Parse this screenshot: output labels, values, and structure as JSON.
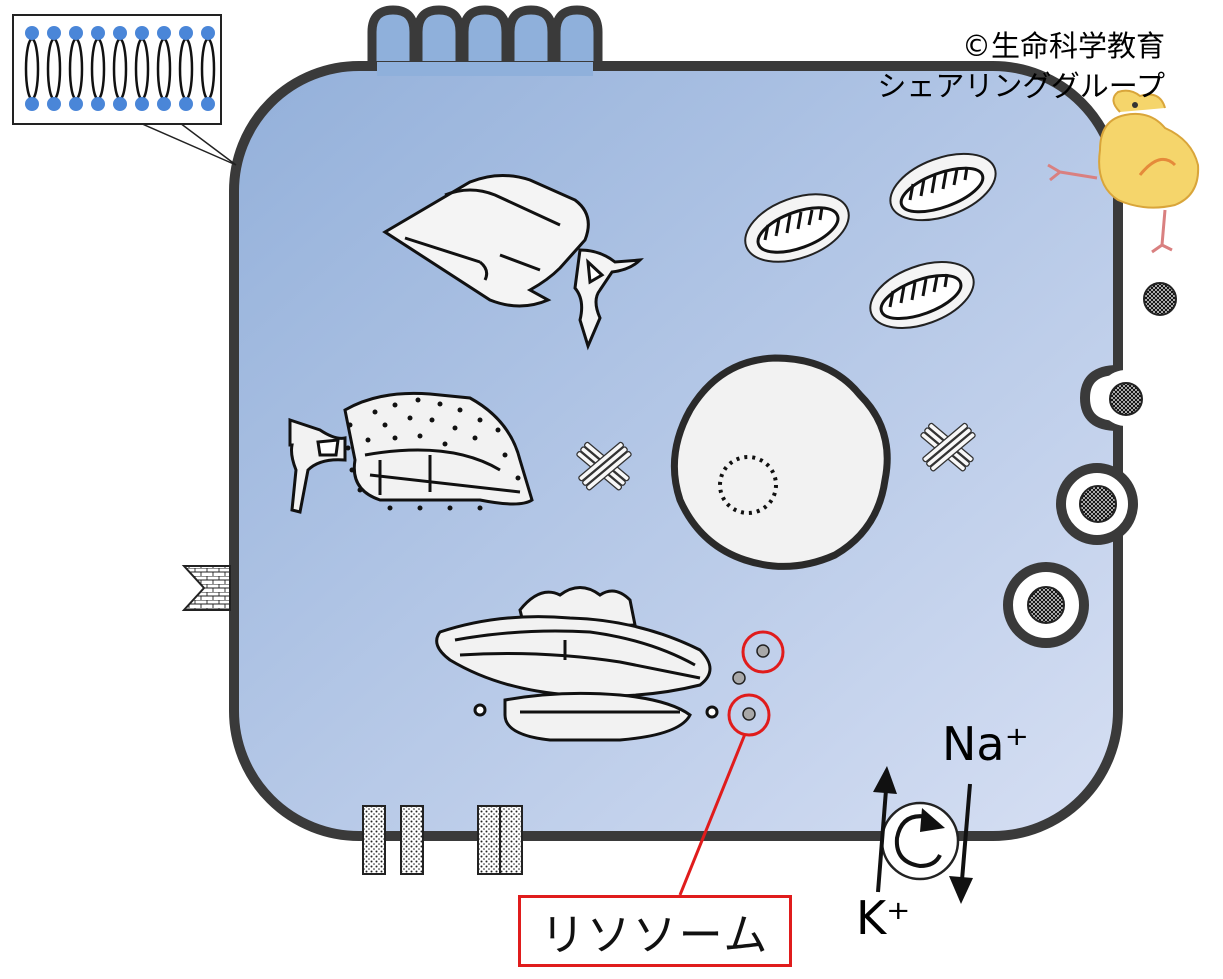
{
  "copyright": {
    "line1": "©生命科学教育",
    "line2": "シェアリンググループ"
  },
  "ions": {
    "sodium": "Na⁺",
    "potassium": "K⁺"
  },
  "callout_label": "リソソーム",
  "colors": {
    "cytoplasm_start": "#93b0da",
    "cytoplasm_end": "#d2dcf2",
    "membrane": "#3a3a3a",
    "highlight": "#e01c1c",
    "lipid_head": "#4a86d8",
    "vesicle": "#a8a8a8"
  },
  "icons": {
    "chick": "chick-mascot-icon",
    "pump": "rotary-pump-icon"
  }
}
